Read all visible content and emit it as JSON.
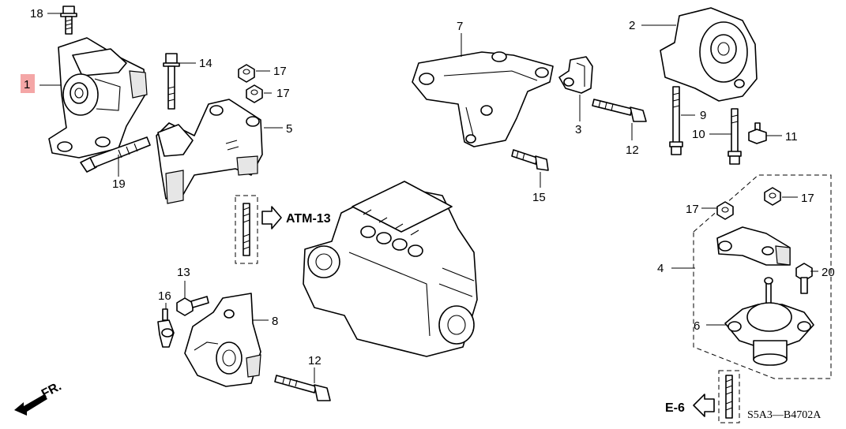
{
  "callouts": {
    "c1": "1",
    "c2": "2",
    "c3": "3",
    "c4": "4",
    "c5": "5",
    "c6": "6",
    "c7": "7",
    "c8": "8",
    "c9": "9",
    "c10": "10",
    "c11": "11",
    "c12a": "12",
    "c12b": "12",
    "c13": "13",
    "c14": "14",
    "c15": "15",
    "c16": "16",
    "c17a": "17",
    "c17b": "17",
    "c17c": "17",
    "c17d": "17",
    "c18": "18",
    "c19": "19",
    "c20": "20"
  },
  "refs": {
    "atm": "ATM-13",
    "e6": "E-6"
  },
  "front_label": "FR.",
  "diagram_code": "S5A3—B4702A",
  "colors": {
    "highlight": "#f4a6a6",
    "ink": "#000000"
  }
}
